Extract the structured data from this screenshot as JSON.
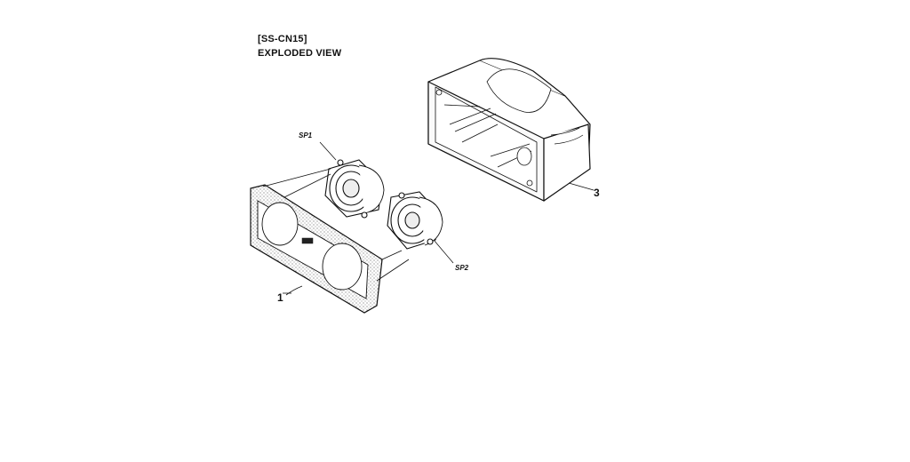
{
  "header": {
    "model": "[SS-CN15]",
    "title": "EXPLODED VIEW"
  },
  "parts": {
    "front_grille_ref": "1",
    "cabinet_ref": "3",
    "speaker1_ref": "SP1",
    "speaker2_ref": "SP2"
  },
  "colors": {
    "line": "#111111",
    "background": "#ffffff"
  }
}
